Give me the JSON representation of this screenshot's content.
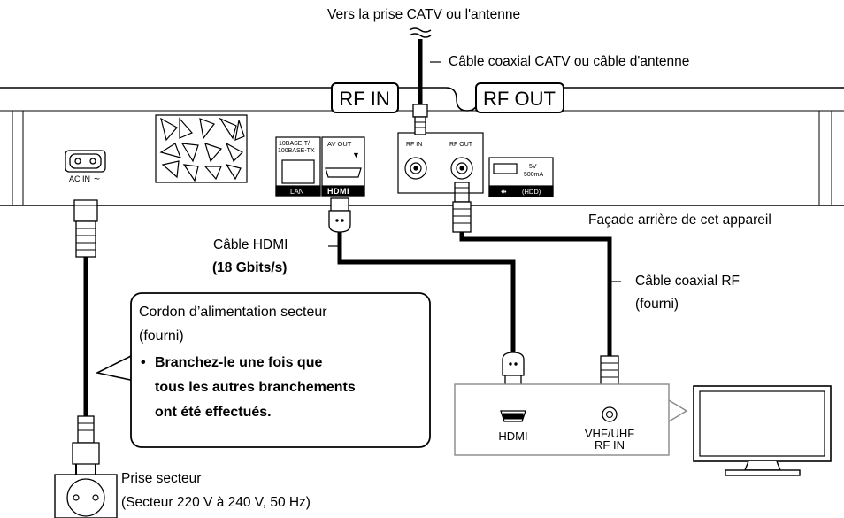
{
  "top_label": "Vers la prise CATV ou l'antenne",
  "catv_cable_label": "Câble coaxial CATV ou câble d'antenne",
  "rf_in_badge": "RF IN",
  "rf_out_badge": "RF OUT",
  "rear_panel_label": "Façade arrière de cet appareil",
  "hdmi_cable_label": "Câble HDMI",
  "hdmi_cable_speed": "(18 Gbits/s)",
  "rf_cable_label": "Câble coaxial RF",
  "rf_cable_supplied": "(fourni)",
  "power_cord_callout": {
    "title": "Cordon d’alimentation secteur",
    "supplied": "(fourni)",
    "bullet": "•",
    "note_line1": "Branchez-le une fois que",
    "note_line2": "tous les autres branchements",
    "note_line3": "ont été effectués."
  },
  "outlet_label": "Prise secteur",
  "outlet_spec": "(Secteur 220 V à 240 V, 50 Hz)",
  "panel": {
    "ac_in": "AC IN",
    "ac_symbol": "~",
    "lan_port_line1": "10BASE-T/",
    "lan_port_line2": "100BASE-TX",
    "lan": "LAN",
    "av_out": "AV OUT",
    "hdmi_logo": "HDMI",
    "rf_in_small": "RF IN",
    "rf_out_small": "RF OUT",
    "usb_power_line1": "5V",
    "usb_power_line2": "500mA",
    "usb_hdd": "(HDD)"
  },
  "tv_box": {
    "hdmi": "HDMI",
    "vhf_uhf": "VHF/UHF",
    "rf_in": "RF IN"
  }
}
